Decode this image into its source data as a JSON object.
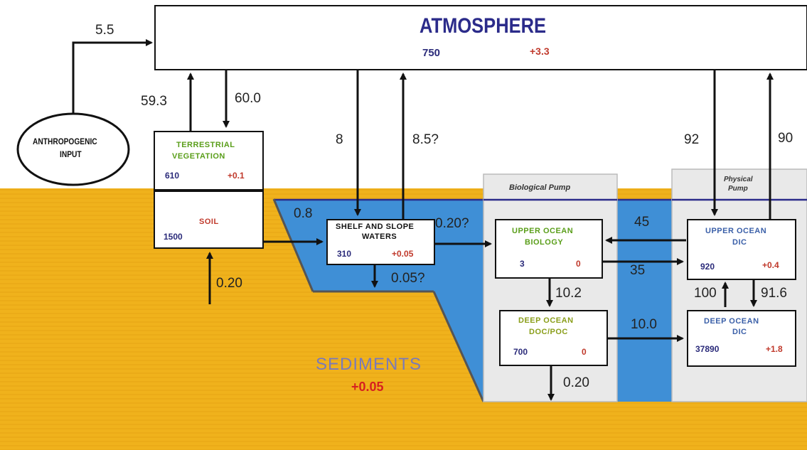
{
  "atmosphere": {
    "title": "ATMOSPHERE",
    "stock": "750",
    "change": "+3.3"
  },
  "anthropogenic": {
    "line1": "ANTHROPOGENIC",
    "line2": "INPUT"
  },
  "vegetation": {
    "line1": "TERRESTRIAL",
    "line2": "VEGETATION",
    "stock": "610",
    "change": "+0.1"
  },
  "soil": {
    "title": "SOIL",
    "stock": "1500"
  },
  "shelf": {
    "line1": "SHELF AND SLOPE",
    "line2": "WATERS",
    "stock": "310",
    "change": "+0.05"
  },
  "bio_pump": {
    "label": "Biological Pump"
  },
  "phys_pump": {
    "line1": "Physical",
    "line2": "Pump"
  },
  "upper_bio": {
    "line1": "UPPER OCEAN",
    "line2": "BIOLOGY",
    "stock": "3",
    "change": "0"
  },
  "upper_dic": {
    "line1": "UPPER OCEAN",
    "line2": "DIC",
    "stock": "920",
    "change": "+0.4"
  },
  "deep_doc": {
    "line1": "DEEP OCEAN",
    "line2": "DOC/POC",
    "stock": "700",
    "change": "0"
  },
  "deep_dic": {
    "line1": "DEEP OCEAN",
    "line2": "DIC",
    "stock": "37890",
    "change": "+1.8"
  },
  "sediments": {
    "title": "SEDIMENTS",
    "change": "+0.05"
  },
  "flows": {
    "anthro": "5.5",
    "veg_up": "59.3",
    "veg_down": "60.0",
    "soil_in": "0.20",
    "soil_shelf": "0.8",
    "atm_shelf": "8",
    "shelf_atm": "8.5?",
    "shelf_sed": "0.05?",
    "shelf_bio": "0.20?",
    "dic_bio": "45",
    "bio_dic": "35",
    "bio_deep": "10.2",
    "deepdoc_sed": "0.20",
    "deepdoc_dic": "10.0",
    "atm_dic": "92",
    "dic_atm": "90",
    "deep_up": "100",
    "up_deep": "91.6"
  },
  "colors": {
    "sediment": "#f0b21c",
    "ocean": "#3f8fd6",
    "pump_panel": "#e8e8e8",
    "sea_line": "#2b2b8a"
  }
}
